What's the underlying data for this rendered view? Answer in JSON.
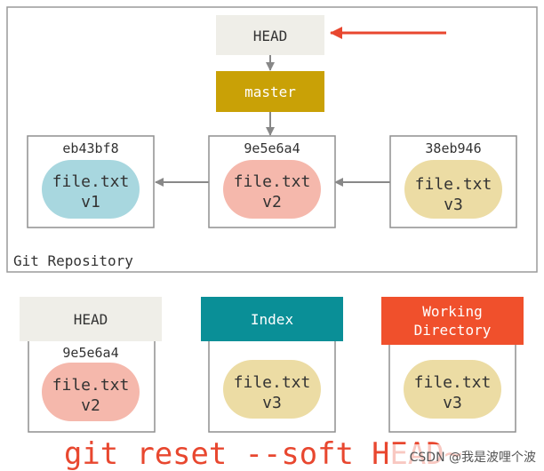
{
  "colors": {
    "frame": "#9a9a9a",
    "box_border": "#8f8f8f",
    "head_fill": "#efeee8",
    "master_fill": "#c9a106",
    "index_fill": "#0a8f97",
    "working_fill": "#f0502c",
    "blob_v1": "#a8d7df",
    "blob_v2": "#f5b8ac",
    "blob_v3": "#ecdca4",
    "head_arrow": "#e8472f",
    "gray_arrow": "#888888",
    "command_text": "#e8472f"
  },
  "repository": {
    "label": "Git Repository",
    "head_label": "HEAD",
    "branch_label": "master",
    "commits": [
      {
        "hash": "eb43bf8",
        "file": "file.txt",
        "version": "v1",
        "color": "blob_v1"
      },
      {
        "hash": "9e5e6a4",
        "file": "file.txt",
        "version": "v2",
        "color": "blob_v2"
      },
      {
        "hash": "38eb946",
        "file": "file.txt",
        "version": "v3",
        "color": "blob_v3"
      }
    ]
  },
  "trees": {
    "head": {
      "title": "HEAD",
      "hash": "9e5e6a4",
      "file": "file.txt",
      "version": "v2"
    },
    "index": {
      "title": "Index",
      "file": "file.txt",
      "version": "v3"
    },
    "working": {
      "title_line1": "Working",
      "title_line2": "Directory",
      "file": "file.txt",
      "version": "v3"
    }
  },
  "command": "git reset --soft HEAD~",
  "watermark": "CSDN @我是波哩个波"
}
